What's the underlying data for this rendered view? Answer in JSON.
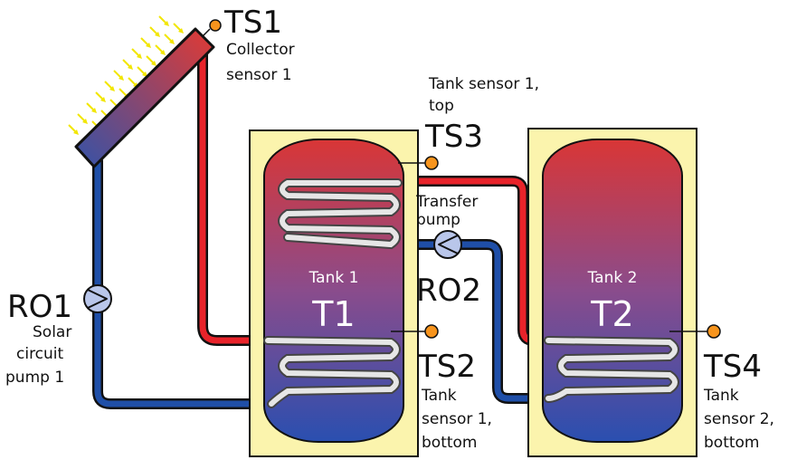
{
  "colors": {
    "hot_pipe": "#e8232a",
    "cold_pipe": "#1f4fa8",
    "tank_top": "#d93636",
    "tank_bottom": "#2a4fb0",
    "insulation": "#fbf4ad",
    "sensor": "#f7941d",
    "pump": "#b9c6ea",
    "coil": "#e6e6e6",
    "sun_rays": "#f2e600"
  },
  "sensors": {
    "ts1": {
      "id": "TS1",
      "desc": [
        "Collector",
        "sensor  1"
      ]
    },
    "ts2": {
      "id": "TS2",
      "desc": [
        "Tank",
        "sensor 1,",
        "bottom"
      ]
    },
    "ts3": {
      "id": "TS3",
      "desc": [
        "Tank sensor 1,",
        "top"
      ]
    },
    "ts4": {
      "id": "TS4",
      "desc": [
        "Tank",
        "sensor 2,",
        "bottom"
      ]
    }
  },
  "pumps": {
    "ro1": {
      "id": "RO1",
      "desc": [
        "Solar",
        "circuit",
        "pump 1"
      ]
    },
    "ro2": {
      "id": "RO2",
      "desc": [
        "Transfer",
        "pump"
      ]
    }
  },
  "tanks": {
    "t1": {
      "name": "Tank 1",
      "code": "T1"
    },
    "t2": {
      "name": "Tank 2",
      "code": "T2"
    }
  }
}
